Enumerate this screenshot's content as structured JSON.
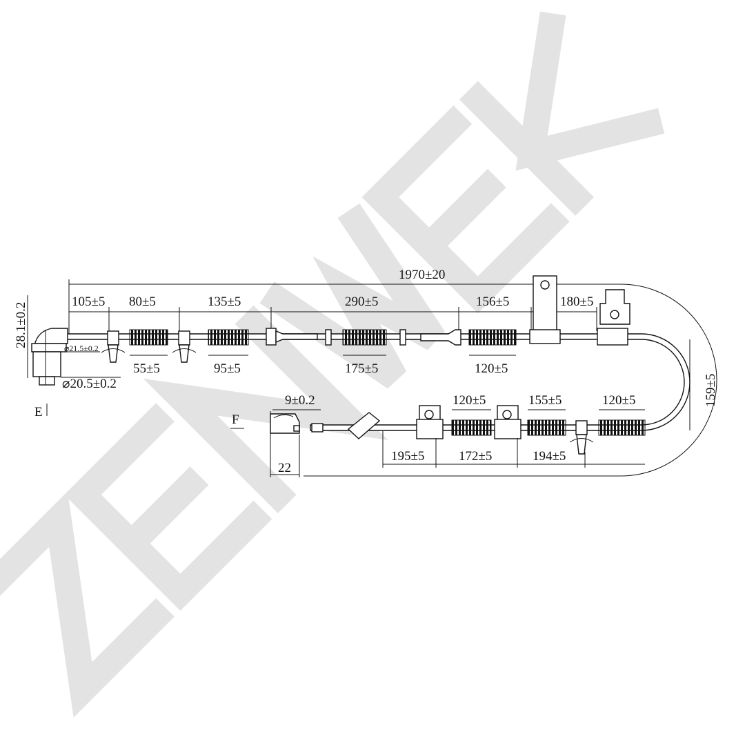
{
  "watermark": {
    "text": "ZENWEK",
    "color": "#e3e3e3"
  },
  "dimensions": {
    "overall": "1970±20",
    "top_row": [
      "105±5",
      "80±5",
      "135±5",
      "290±5",
      "156±5",
      "180±5"
    ],
    "sleeves_upper": [
      "55±5",
      "95±5",
      "175±5",
      "120±5"
    ],
    "sleeves_lower": [
      "120±5",
      "155±5",
      "120±5"
    ],
    "bottom_row": [
      "195±5",
      "172±5",
      "194±5"
    ],
    "bend_height": "159±5",
    "sensor_height": "28.1±0.2",
    "sensor_dia_small": "⌀21.5±0.2",
    "sensor_dia": "⌀20.5±0.2",
    "connector_width": "9±0.2",
    "connector_length": "22"
  },
  "views": {
    "e": "E",
    "f": "F"
  }
}
